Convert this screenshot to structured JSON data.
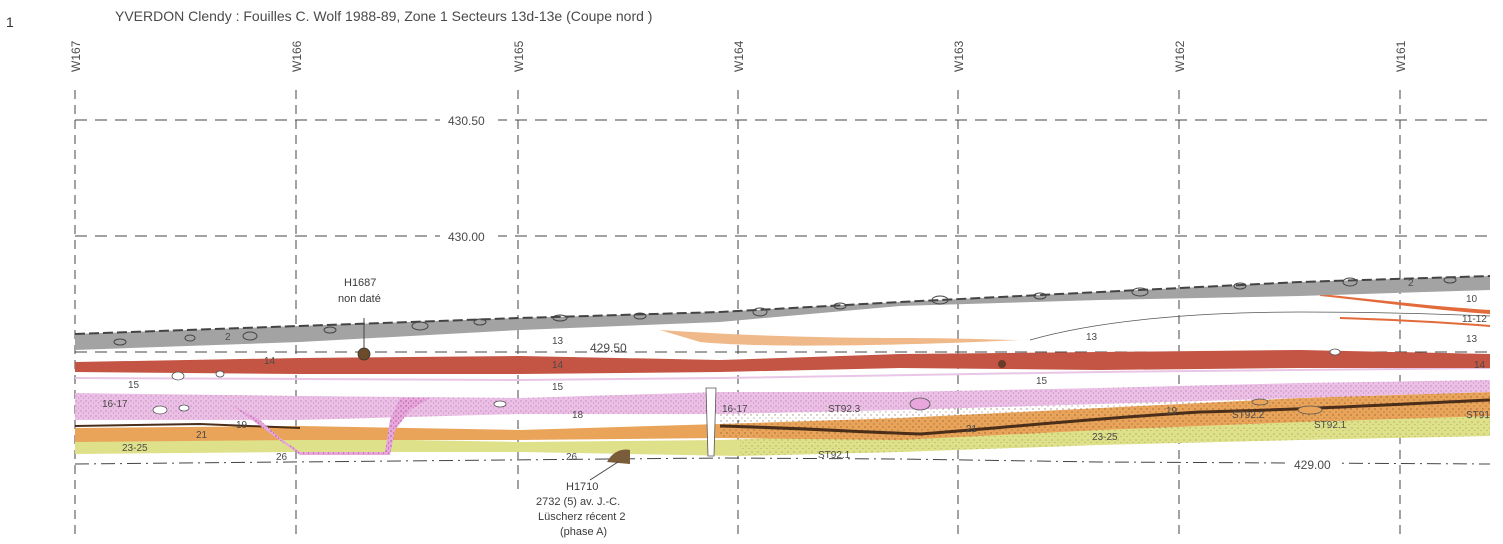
{
  "figure": {
    "page_number": "1",
    "title": "YVERDON Clendy : Fouilles C. Wolf 1988-89,  Zone 1 Secteurs 13d-13e  (Coupe nord )"
  },
  "grid_lines": [
    "W167",
    "W166",
    "W165",
    "W164",
    "W163",
    "W162",
    "W161"
  ],
  "levels": [
    "430.50",
    "430.00",
    "429.50",
    "429.00"
  ],
  "layer_labels": {
    "l2a": "2",
    "l2b": "2",
    "l10": "10",
    "l11_12": "11-12",
    "l13a": "13",
    "l13b": "13",
    "l13c": "13",
    "l14a": "14",
    "l14b": "14",
    "l14c": "14",
    "l15a": "15",
    "l15b": "15",
    "l15c": "15",
    "l16_17a": "16-17",
    "l16_17b": "16-17",
    "l18": "18",
    "l19a": "19",
    "l19b": "19",
    "l21a": "21",
    "l21b": "21",
    "l23_25a": "23-25",
    "l23_25b": "23-25",
    "l26a": "26",
    "l26b": "26",
    "st92_3": "ST92.3",
    "st92_2": "ST92.2",
    "st92_1a": "ST92.1",
    "st92_1b": "ST92.1",
    "st91": "ST91"
  },
  "annotations": {
    "h1687_id": "H1687",
    "h1687_note": "non daté",
    "h1710_id": "H1710",
    "h1710_date": "2732 (5) av. J.-C.",
    "h1710_phase": "Lüscherz récent 2",
    "h1710_sub": "(phase A)"
  },
  "colors": {
    "gravel": "#a3a3a3",
    "red_layer": "#c45443",
    "pink_layer": "#ecbfe6",
    "pink_dense": "#e8a6dc",
    "orange_layer": "#e9a45a",
    "orange_thin": "#f0b98a",
    "yellow_layer": "#dfe08a",
    "dark_band": "#4a2e1a"
  }
}
